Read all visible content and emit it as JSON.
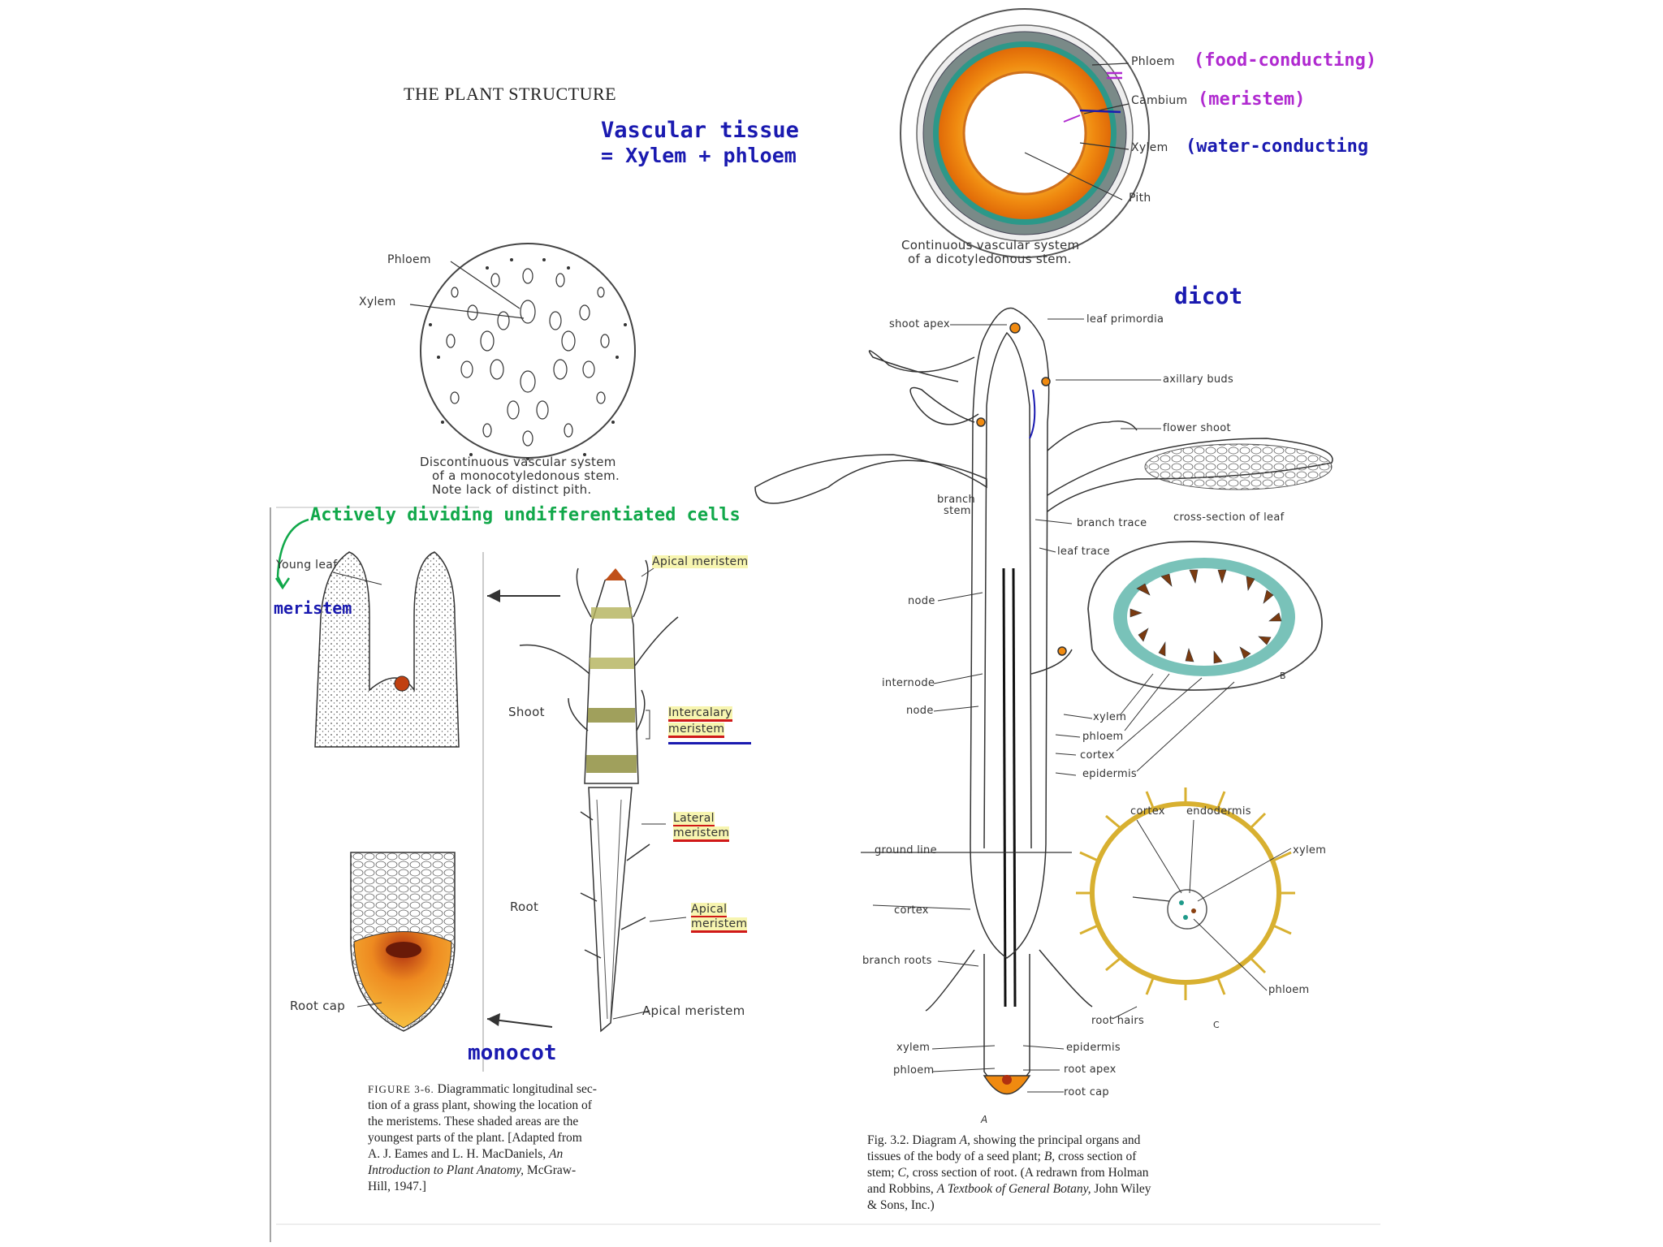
{
  "page_title": "THE PLANT STRUCTURE",
  "notes": {
    "vascular_line1": "Vascular tissue",
    "vascular_line2": "= Xylem + phloem",
    "food": "(food-conducting)",
    "meristem_paren": "(meristem)",
    "water": "(water-conducting",
    "dicot": "dicot",
    "actively": "Actively dividing undifferentiated cells",
    "meristem": "meristem",
    "monocot": "monocot"
  },
  "dicot_stem": {
    "phloem": "Phloem",
    "cambium": "Cambium",
    "xylem": "Xylem",
    "pith": "Pith",
    "caption_line1": "Continuous vascular system",
    "caption_line2": "of a dicotyledonous stem."
  },
  "monocot_stem": {
    "phloem": "Phloem",
    "xylem": "Xylem",
    "caption_line1": "Discontinuous vascular system",
    "caption_line2": "of a monocotyledonous stem.",
    "caption_line3": "Note lack of distinct pith."
  },
  "grass": {
    "young_leaf": "Young leaf",
    "apical_meristem_top": "Apical meristem",
    "shoot": "Shoot",
    "intercalary_1": "Intercalary",
    "intercalary_2": "meristem",
    "lateral_1": "Lateral",
    "lateral_2": "meristem",
    "root": "Root",
    "apical_1": "Apical",
    "apical_2": "meristem",
    "root_cap": "Root cap",
    "apical_meristem_bottom": "Apical meristem",
    "fig_label": "FIGURE 3-6.",
    "fig_caption_1": "Diagrammatic longitudinal sec-",
    "fig_caption_2": "tion of a grass plant, showing the location of",
    "fig_caption_3": "the meristems. These shaded areas are the",
    "fig_caption_4": "youngest parts of the plant. [Adapted from",
    "fig_caption_5": "A. J. Eames and L. H. MacDaniels,",
    "fig_caption_5b": "An",
    "fig_caption_6": "Introduction to Plant Anatomy,",
    "fig_caption_6b": "McGraw-",
    "fig_caption_7": "Hill, 1947.]"
  },
  "seed_plant": {
    "shoot_apex": "shoot apex",
    "leaf_primordia": "leaf primordia",
    "axillary_buds": "axillary buds",
    "flower_shoot": "flower shoot",
    "branch_stem_1": "branch",
    "branch_stem_2": "stem",
    "cross_section_leaf": "cross-section of leaf",
    "branch_trace": "branch trace",
    "leaf_trace": "leaf trace",
    "node1": "node",
    "internode": "internode",
    "node2": "node",
    "xylem": "xylem",
    "phloem": "phloem",
    "cortex": "cortex",
    "epidermis": "epidermis",
    "b_label": "B",
    "ground_line": "ground line",
    "cortex_root": "cortex",
    "branch_roots": "branch roots",
    "root_cortex": "cortex",
    "endodermis": "endodermis",
    "root_xylem": "xylem",
    "root_phloem": "phloem",
    "root_hairs": "root hairs",
    "c_label": "C",
    "xylem_low": "xylem",
    "phloem_low": "phloem",
    "epidermis_low": "epidermis",
    "root_apex": "root apex",
    "root_cap": "root cap",
    "a_label": "A",
    "fig_1": "Fig. 3.2. Diagram",
    "fig_1b": "A,",
    "fig_1c": "showing the principal organs and",
    "fig_2": "tissues of the body of a seed plant;",
    "fig_2b": "B,",
    "fig_2c": "cross section of",
    "fig_3": "stem;",
    "fig_3b": "C,",
    "fig_3c": "cross section of root. (A redrawn from Holman",
    "fig_4": "and Robbins,",
    "fig_4b": "A Textbook of General Botany,",
    "fig_4c": "John Wiley",
    "fig_5": "& Sons, Inc.)"
  },
  "colors": {
    "green_note": "#11a84a",
    "magenta_note": "#b02ad0",
    "blue_note": "#1a1ab0",
    "orange_tissue": "#f08a10",
    "teal_tissue": "#1f9a8a"
  }
}
